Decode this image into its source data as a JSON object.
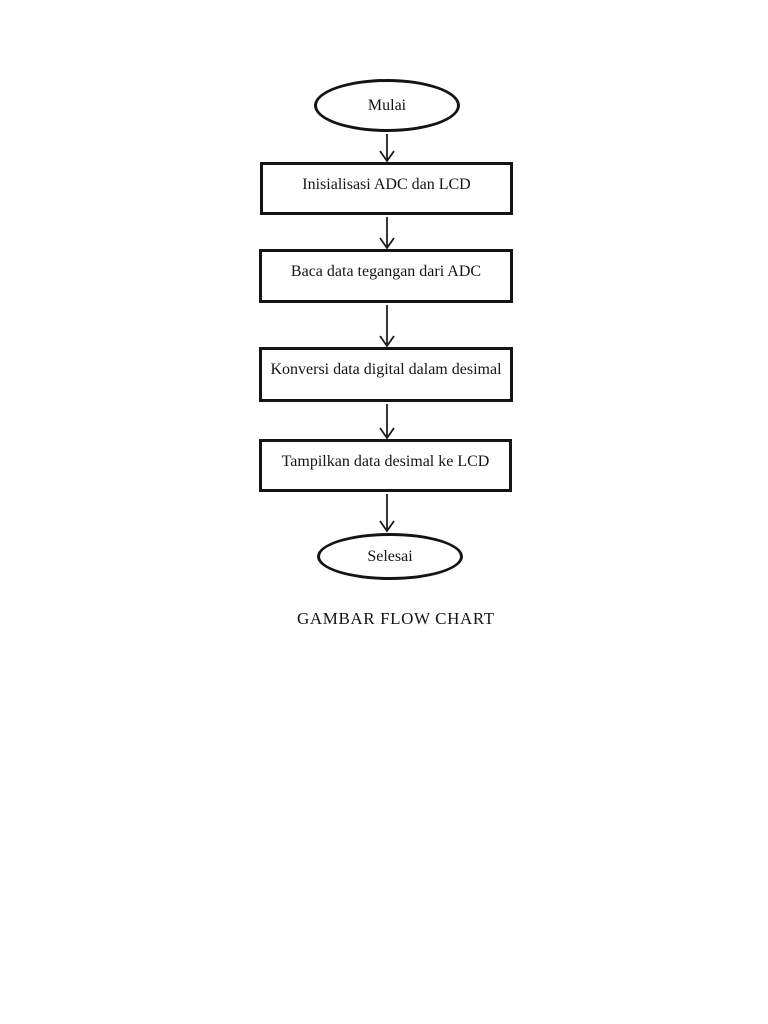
{
  "page": {
    "background_color": "#ffffff",
    "ink_color": "#141414"
  },
  "flowchart": {
    "caption": "GAMBAR FLOW CHART",
    "nodes": [
      {
        "id": "start",
        "type": "terminator",
        "label": "Mulai"
      },
      {
        "id": "p1",
        "type": "process",
        "label": "Inisialisasi ADC dan LCD"
      },
      {
        "id": "p2",
        "type": "process",
        "label": "Baca data tegangan dari ADC"
      },
      {
        "id": "p3",
        "type": "process",
        "label": "Konversi data digital dalam desimal"
      },
      {
        "id": "p4",
        "type": "process",
        "label": "Tampilkan data desimal ke LCD"
      },
      {
        "id": "end",
        "type": "terminator",
        "label": "Selesai"
      }
    ],
    "edges": [
      {
        "from": "start",
        "to": "p1"
      },
      {
        "from": "p1",
        "to": "p2"
      },
      {
        "from": "p2",
        "to": "p3"
      },
      {
        "from": "p3",
        "to": "p4"
      },
      {
        "from": "p4",
        "to": "end"
      }
    ]
  }
}
